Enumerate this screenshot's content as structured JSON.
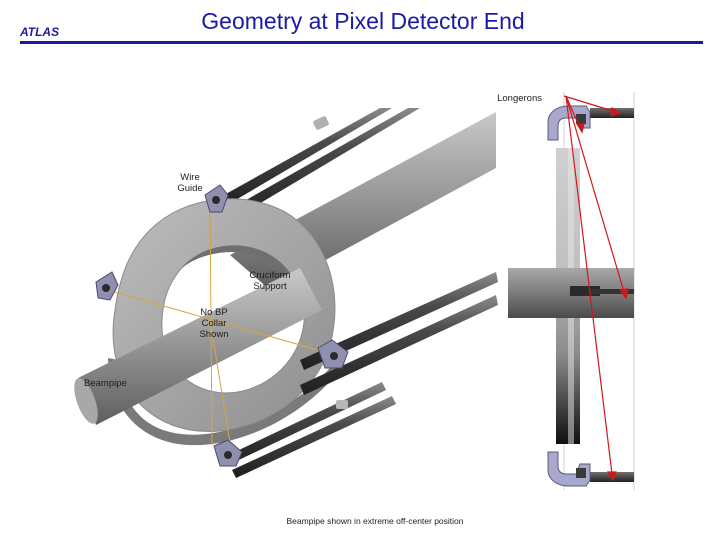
{
  "header": {
    "logo": "ATLAS",
    "title": "Geometry at Pixel Detector End"
  },
  "labels": {
    "longerons": "Longerons",
    "wire_guide_1": "Wire",
    "wire_guide_2": "Guide",
    "cruciform_1": "Cruciform",
    "cruciform_2": "Support",
    "no_bp_1": "No BP",
    "no_bp_2": "Collar",
    "no_bp_3": "Shown",
    "beampipe": "Beampipe",
    "caption": "Beampipe shown in extreme off-center position"
  },
  "colors": {
    "brand": "#1a1aa6",
    "arrow": "#d01818",
    "guide_line": "#d9a441"
  }
}
